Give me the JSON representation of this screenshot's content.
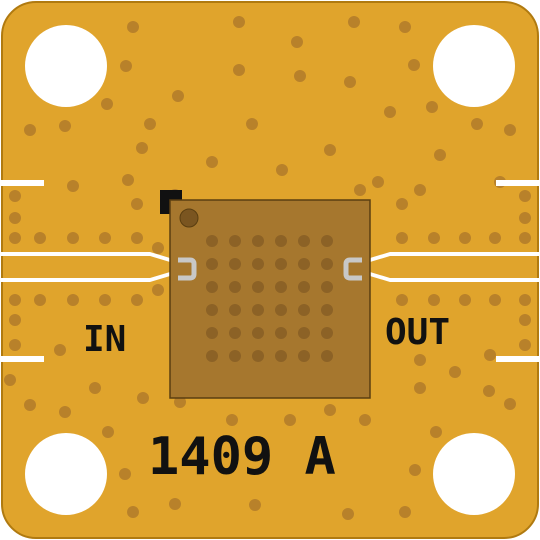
{
  "board": {
    "part_label": "1409 A",
    "input_label": "IN",
    "output_label": "OUT"
  },
  "colors": {
    "substrate": "#E0A42C",
    "substrate_edge": "#B07A10",
    "via": "#B8812A",
    "package": "#A6772E",
    "package_edge": "#5A3E10",
    "package_via": "#8C6226",
    "pin1_dot": "#7A5520",
    "pad": "#C8C8C8",
    "trace_gap": "#FFFFFF",
    "mounting_hole": "#FFFFFF",
    "silkscreen": "#111111"
  }
}
